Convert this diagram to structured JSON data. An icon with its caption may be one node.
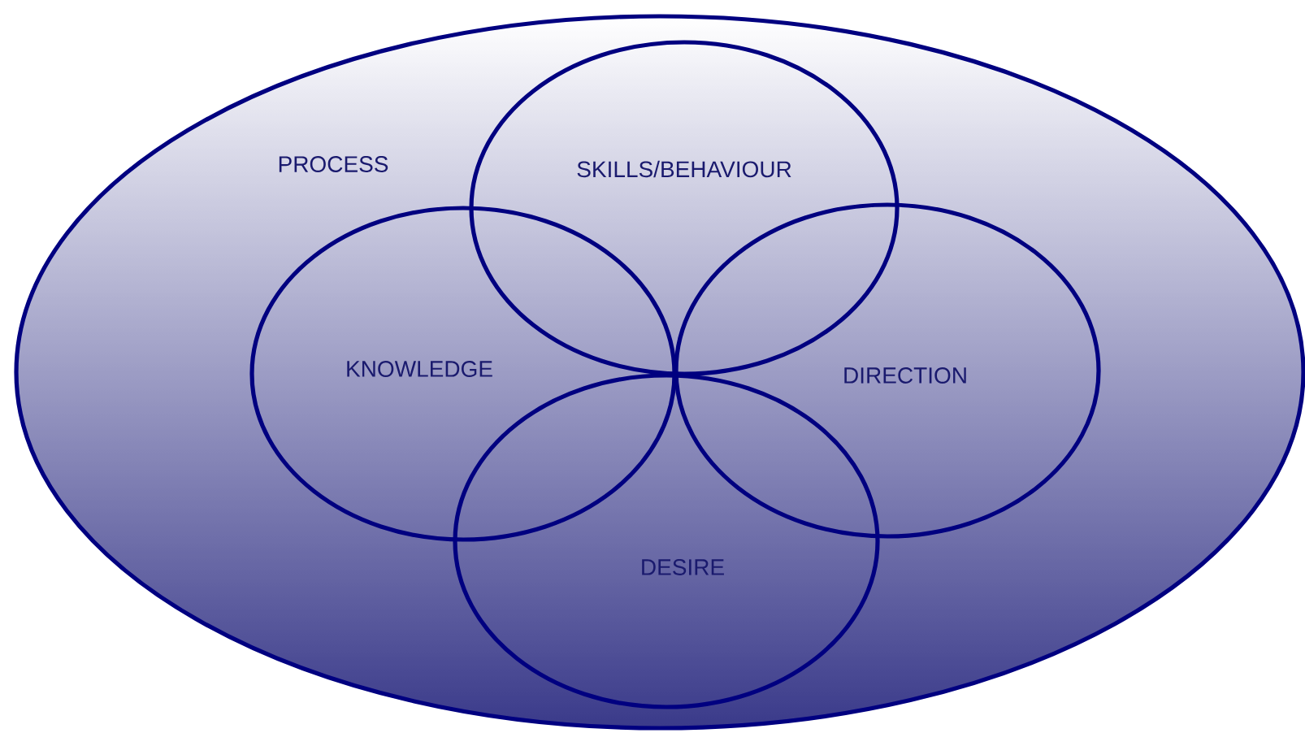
{
  "diagram": {
    "nodes": [
      {
        "text": [
          "PROCESS"
        ]
      },
      {
        "text": [
          "SKILLS/BEHAVIOUR"
        ],
        "in": 0
      },
      {
        "text": [
          "KNOWLEDGE"
        ],
        "in": 0
      },
      {
        "text": [
          "DIRECTION"
        ],
        "in": 0
      },
      {
        "text": [
          "DESIRE"
        ],
        "in": 0
      }
    ]
  }
}
